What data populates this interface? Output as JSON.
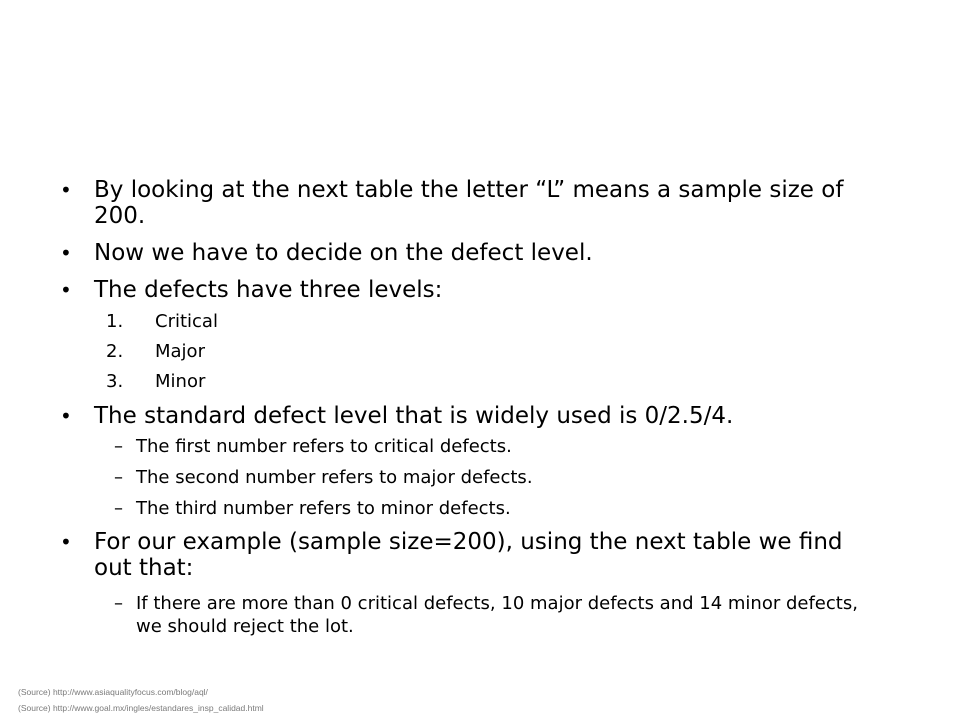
{
  "bullets": [
    "By looking at the next table the letter “L” means a sample size of 200.",
    "Now we have to decide on the defect level.",
    "The defects have three levels:",
    "The standard defect level that is widely used is 0/2.5/4.",
    "For our example (sample size=200), using the next table we find out that:"
  ],
  "defect_levels": [
    {
      "num": "1.",
      "label": "Critical"
    },
    {
      "num": "2.",
      "label": "Major"
    },
    {
      "num": "3.",
      "label": "Minor"
    }
  ],
  "standard_explanations": [
    "The first number refers to critical defects.",
    "The second number refers to major defects.",
    "The third number refers to minor defects."
  ],
  "example_explanations": [
    "If there are more than 0 critical defects, 10 major defects and 14 minor defects, we should reject the lot."
  ],
  "sources": [
    "(Source) http://www.asiaqualityfocus.com/blog/aql/",
    "(Source) http://www.goal.mx/ingles/estandares_insp_calidad.html"
  ]
}
